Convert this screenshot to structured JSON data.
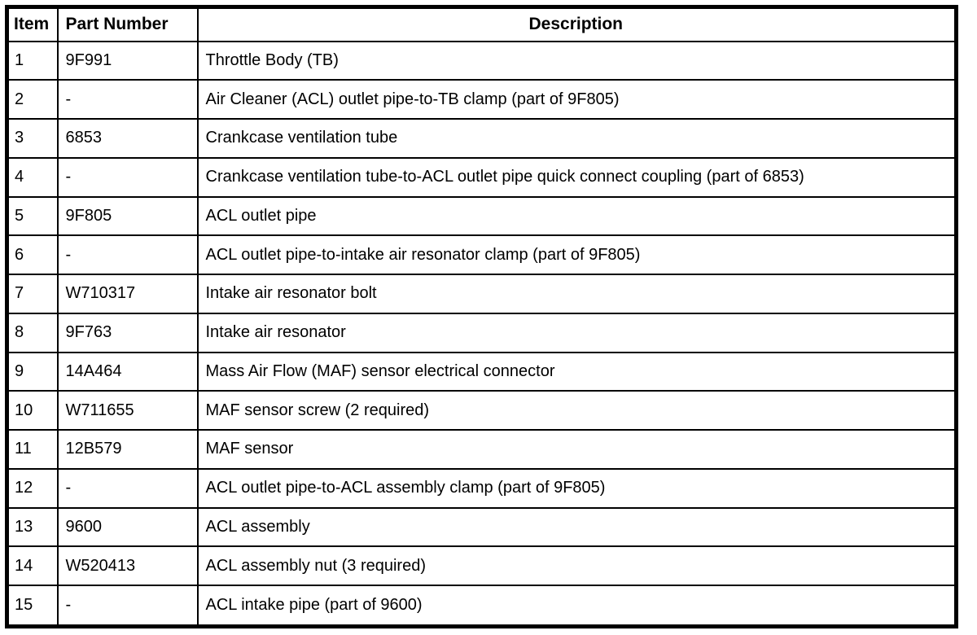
{
  "table": {
    "headers": [
      "Item",
      "Part Number",
      "Description"
    ],
    "rows": [
      {
        "item": "1",
        "part_number": "9F991",
        "description": "Throttle Body (TB)"
      },
      {
        "item": "2",
        "part_number": "-",
        "description": "Air Cleaner (ACL) outlet pipe-to-TB clamp (part of 9F805)"
      },
      {
        "item": "3",
        "part_number": "6853",
        "description": "Crankcase ventilation tube"
      },
      {
        "item": "4",
        "part_number": "-",
        "description": "Crankcase ventilation tube-to-ACL outlet pipe quick connect coupling (part of 6853)"
      },
      {
        "item": "5",
        "part_number": "9F805",
        "description": "ACL outlet pipe"
      },
      {
        "item": "6",
        "part_number": "-",
        "description": "ACL outlet pipe-to-intake air resonator clamp (part of 9F805)"
      },
      {
        "item": "7",
        "part_number": "W710317",
        "description": "Intake air resonator bolt"
      },
      {
        "item": "8",
        "part_number": "9F763",
        "description": "Intake air resonator"
      },
      {
        "item": "9",
        "part_number": "14A464",
        "description": "Mass Air Flow (MAF) sensor electrical connector"
      },
      {
        "item": "10",
        "part_number": "W711655",
        "description": "MAF sensor screw (2 required)"
      },
      {
        "item": "11",
        "part_number": "12B579",
        "description": "MAF sensor"
      },
      {
        "item": "12",
        "part_number": "-",
        "description": "ACL outlet pipe-to-ACL assembly clamp (part of 9F805)"
      },
      {
        "item": "13",
        "part_number": "9600",
        "description": "ACL assembly"
      },
      {
        "item": "14",
        "part_number": "W520413",
        "description": "ACL assembly nut (3 required)"
      },
      {
        "item": "15",
        "part_number": "-",
        "description": "ACL intake pipe (part of 9600)"
      }
    ]
  },
  "colors": {
    "border": "#000000",
    "text": "#000000",
    "background": "#ffffff"
  }
}
